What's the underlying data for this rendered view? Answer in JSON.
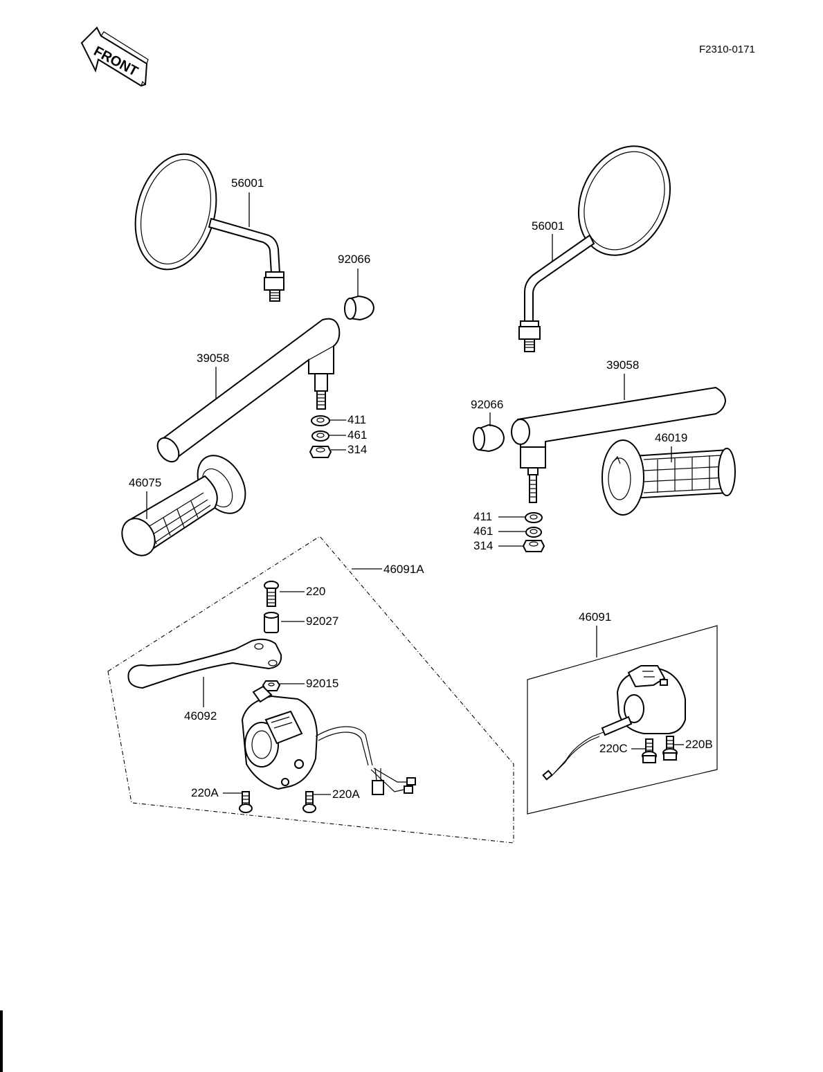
{
  "header": {
    "front_badge": "FRONT",
    "diagram_code": "F2310-0171"
  },
  "labels": {
    "mirror_left": "56001",
    "mirror_right": "56001",
    "plug_left": "92066",
    "plug_right": "92066",
    "handlebar_left": "39058",
    "handlebar_right": "39058",
    "washer_left": "411",
    "lockwasher_left": "461",
    "nut_left": "314",
    "washer_right": "411",
    "lockwasher_right": "461",
    "nut_right": "314",
    "grip_left": "46075",
    "grip_right": "46019",
    "switch_assy_left": "46091A",
    "switch_assy_right": "46091",
    "screw_220": "220",
    "collar_92027": "92027",
    "nut_92015": "92015",
    "lever": "46092",
    "screw_220a_left": "220A",
    "screw_220a_right": "220A",
    "screw_220c": "220C",
    "screw_220b": "220B"
  }
}
